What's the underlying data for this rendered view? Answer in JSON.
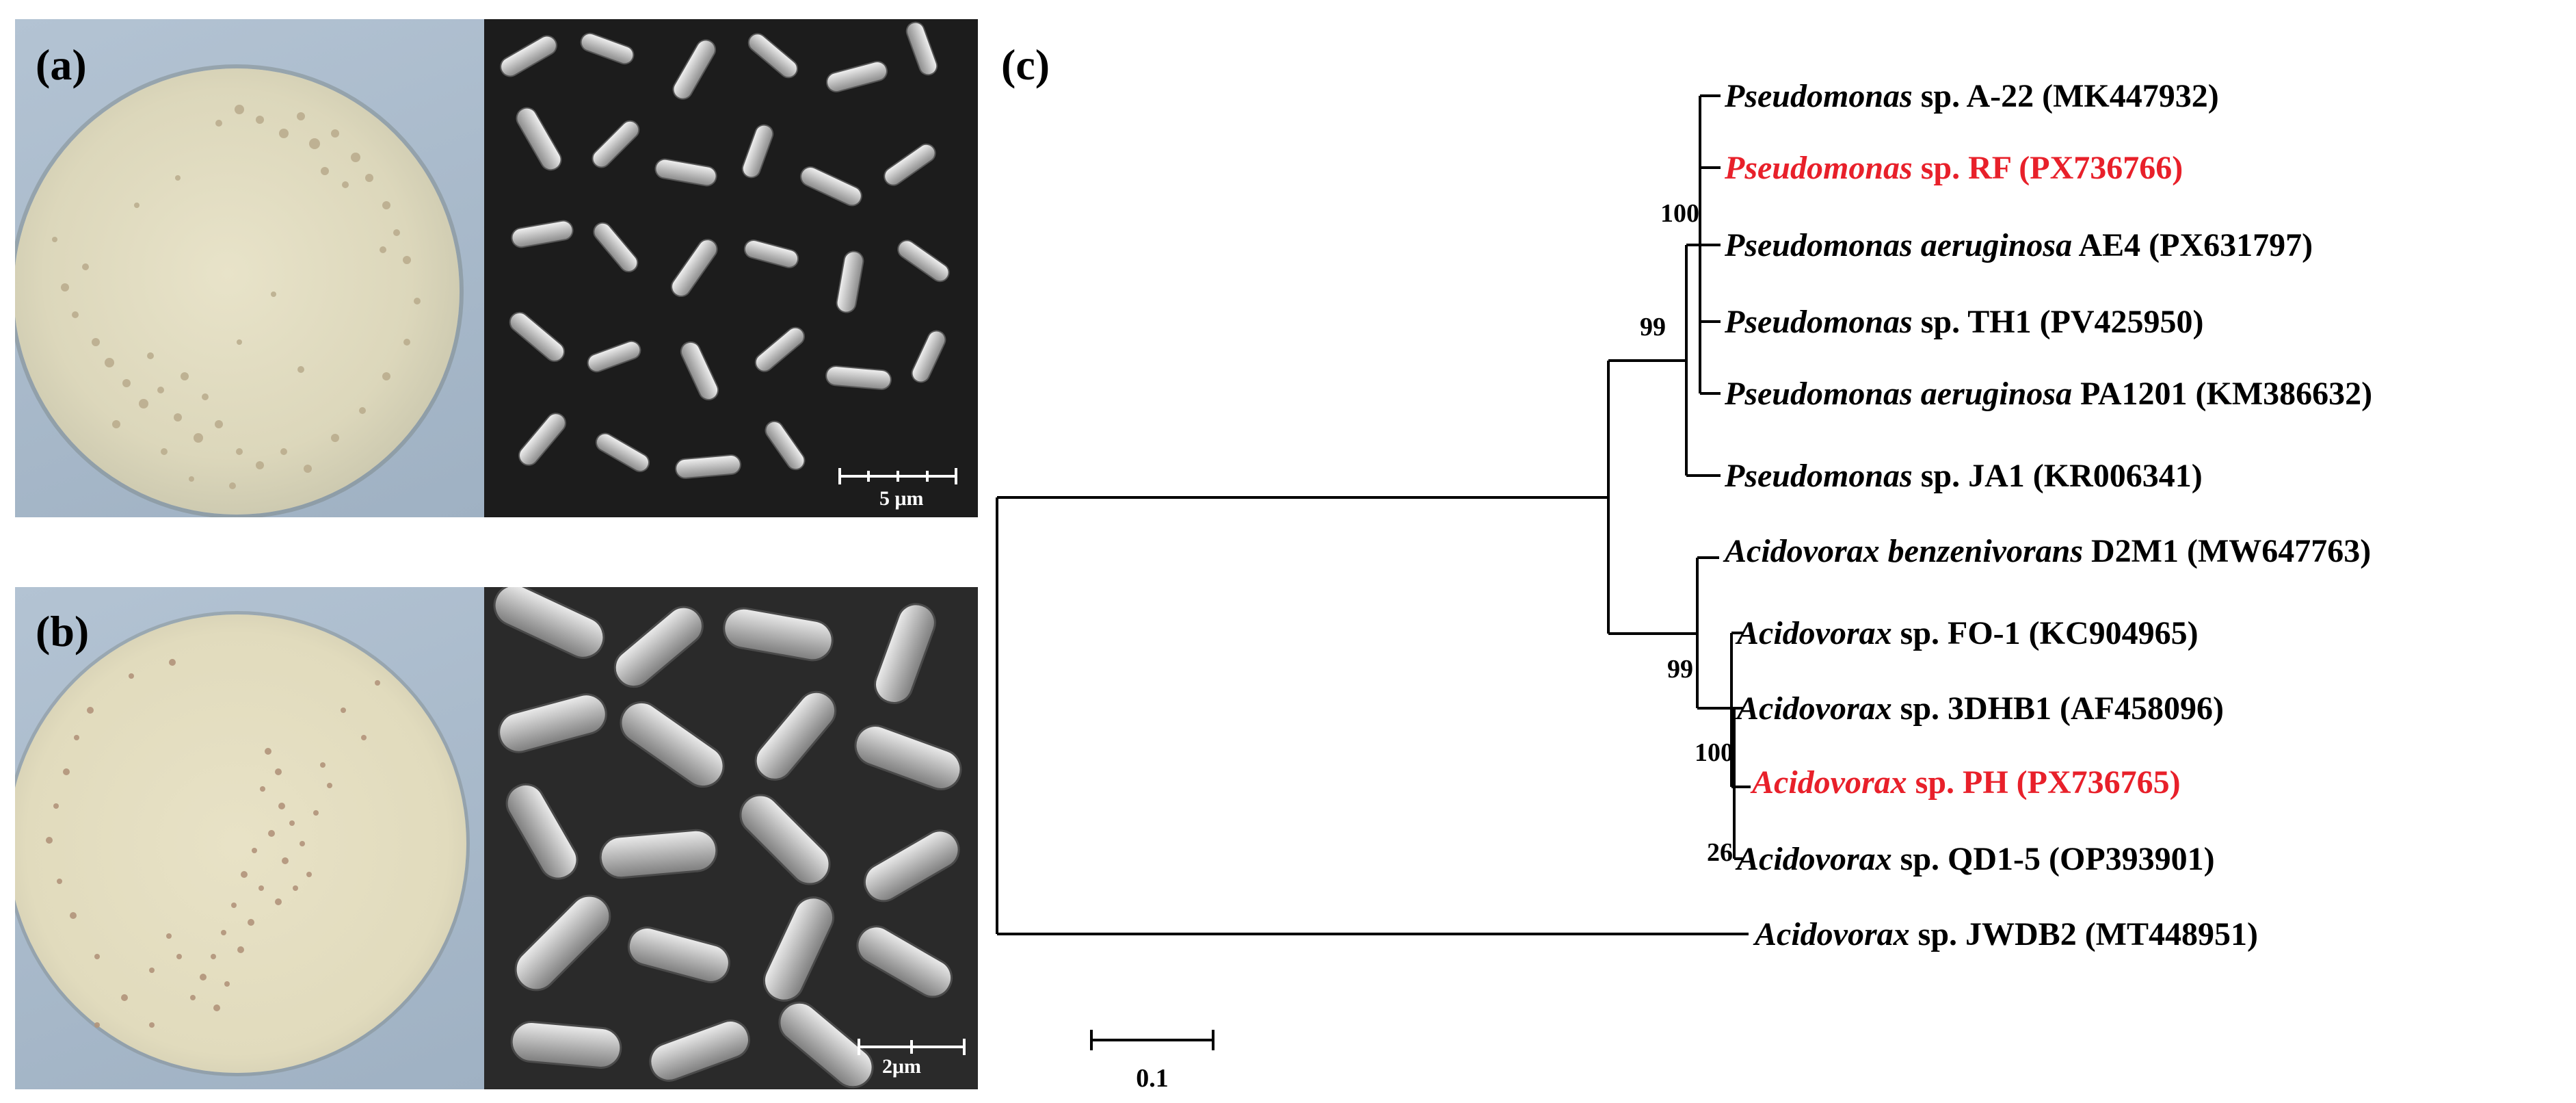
{
  "panels": {
    "a": {
      "label": "(a)",
      "scale_text": "5 μm"
    },
    "b": {
      "label": "(b)",
      "scale_text": "2μm"
    },
    "c": {
      "label": "(c)"
    }
  },
  "tree": {
    "scale_label": "0.1",
    "highlight_color": "#e8202a",
    "text_color": "#000000",
    "taxa": [
      {
        "id": "t1",
        "genus": "Pseudomonas",
        "rest": " sp. A-22 (MK447932)",
        "italic_extra": "",
        "highlight": false
      },
      {
        "id": "t2",
        "genus": "Pseudomonas",
        "rest": " sp. RF (PX736766)",
        "italic_extra": "",
        "highlight": true
      },
      {
        "id": "t3",
        "genus": "Pseudomonas aeruginosa",
        "rest": " AE4 (PX631797)",
        "italic_extra": "",
        "highlight": false
      },
      {
        "id": "t4",
        "genus": "Pseudomonas",
        "rest": " sp. TH1 (PV425950)",
        "italic_extra": "",
        "highlight": false
      },
      {
        "id": "t5",
        "genus": "Pseudomonas aeruginosa",
        "rest": " PA1201 (KM386632)",
        "italic_extra": "",
        "highlight": false
      },
      {
        "id": "t6",
        "genus": "Pseudomonas",
        "rest": " sp. JA1 (KR006341)",
        "italic_extra": "",
        "highlight": false
      },
      {
        "id": "t7",
        "genus": "Acidovorax benzenivorans",
        "rest": " D2M1 (MW647763)",
        "italic_extra": "",
        "highlight": false
      },
      {
        "id": "t8",
        "genus": "Acidovorax",
        "rest": " sp. FO-1 (KC904965)",
        "italic_extra": "",
        "highlight": false
      },
      {
        "id": "t9",
        "genus": "Acidovorax",
        "rest": " sp. 3DHB1 (AF458096)",
        "italic_extra": "",
        "highlight": false
      },
      {
        "id": "t10",
        "genus": "Acidovorax",
        "rest": " sp. PH (PX736765)",
        "italic_extra": "",
        "highlight": true
      },
      {
        "id": "t11",
        "genus": "Acidovorax",
        "rest": " sp. QD1-5 (OP393901)",
        "italic_extra": "",
        "highlight": false
      },
      {
        "id": "t12",
        "genus": "Acidovorax",
        "rest": " sp.  JWDB2 (MT448951)",
        "italic_extra": "",
        "highlight": false
      }
    ],
    "bootstrap": [
      {
        "id": "bs-pseudo-inner",
        "value": "100"
      },
      {
        "id": "bs-pseudo-outer",
        "value": "99"
      },
      {
        "id": "bs-acido-outer",
        "value": "99"
      },
      {
        "id": "bs-acido-mid",
        "value": "100"
      },
      {
        "id": "bs-acido-inner",
        "value": "26"
      }
    ]
  }
}
